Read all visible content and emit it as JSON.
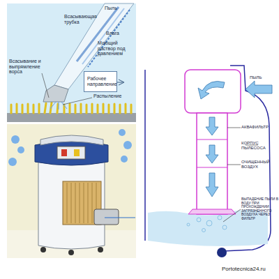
{
  "diagram": {
    "nodes": [
      {
        "text": [
          "Рабочее направление"
        ]
      }
    ],
    "labels": [
      "Всасывающая трубка",
      "Пыль",
      "Влага",
      "Моющий раствор под давлением",
      "Всасывание и выпрямление ворса",
      "Распыление",
      "ПЫЛЬ",
      "АКВАФИЛЬТР",
      "КОРПУС ПЫЛЕСОСА",
      "ОЧИЩЕННЫЙ ВОЗДУХ",
      "ВЫПАДЕНИЕ ПЫЛИ В ВОДУ ПРИ ПРОХОЖДЕНИИ ЗАГРЯЗНЕННОГО ВОЗДУХА ЧЕРЕЗ ФИЛЬТР",
      "Portotecnica24.ru"
    ]
  }
}
